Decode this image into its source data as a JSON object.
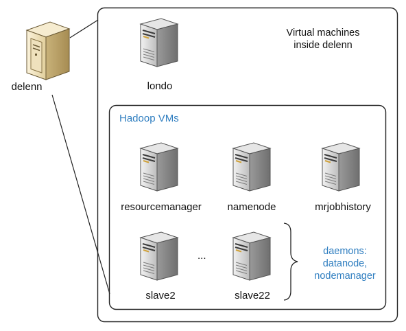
{
  "host": {
    "name": "delenn"
  },
  "outer_box": {
    "caption_line1": "Virtual machines",
    "caption_line2": "inside delenn"
  },
  "standalone_vm": {
    "name": "londo"
  },
  "hadoop_box": {
    "title": "Hadoop VMs",
    "servers": [
      {
        "name": "resourcemanager"
      },
      {
        "name": "namenode"
      },
      {
        "name": "mrjobhistory"
      },
      {
        "name": "slave2"
      },
      {
        "name": "slave22"
      }
    ],
    "ellipsis": "...",
    "daemons_note": {
      "line1": "daemons:",
      "line2": "datanode,",
      "line3": "nodemanager"
    }
  },
  "colors": {
    "accent_blue": "#2f7ec0",
    "box_stroke": "#222222",
    "server_body": "#d6d6d6",
    "host_body": "#efe1bd"
  }
}
